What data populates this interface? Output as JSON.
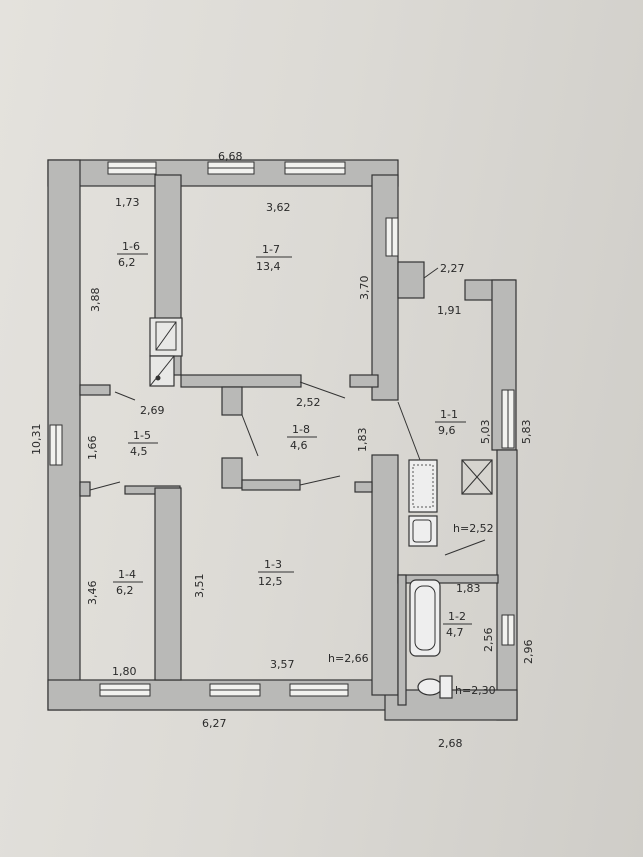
{
  "dimensions": {
    "top_overall": "6,68",
    "bottom_overall": "6,27",
    "left_overall": "10,31",
    "bath_bottom": "2,68",
    "r6_top": "1,73",
    "r6_side": "3,88",
    "r7_top": "3,62",
    "r7_side": "3,70",
    "r1_top": "2,27",
    "r1_inner": "1,91",
    "r1_side": "5,03",
    "r1_outer": "5,83",
    "r5_top": "2,69",
    "r5_side": "1,66",
    "r8_top": "2,52",
    "r8_side": "1,83",
    "r4_side": "3,46",
    "r4_bottom": "1,80",
    "r3_side": "3,51",
    "r3_bottom": "3,57",
    "r2_top": "1,83",
    "r2_side": "2,56",
    "r2_outer": "2,96",
    "h_main": "h=2,66",
    "h_kitchen": "h=2,52",
    "h_bath": "h=2,30"
  },
  "rooms": [
    {
      "id": "1-6",
      "area": "6,2"
    },
    {
      "id": "1-7",
      "area": "13,4"
    },
    {
      "id": "1-1",
      "area": "9,6"
    },
    {
      "id": "1-5",
      "area": "4,5"
    },
    {
      "id": "1-8",
      "area": "4,6"
    },
    {
      "id": "1-4",
      "area": "6,2"
    },
    {
      "id": "1-3",
      "area": "12,5"
    },
    {
      "id": "1-2",
      "area": "4,7"
    }
  ]
}
